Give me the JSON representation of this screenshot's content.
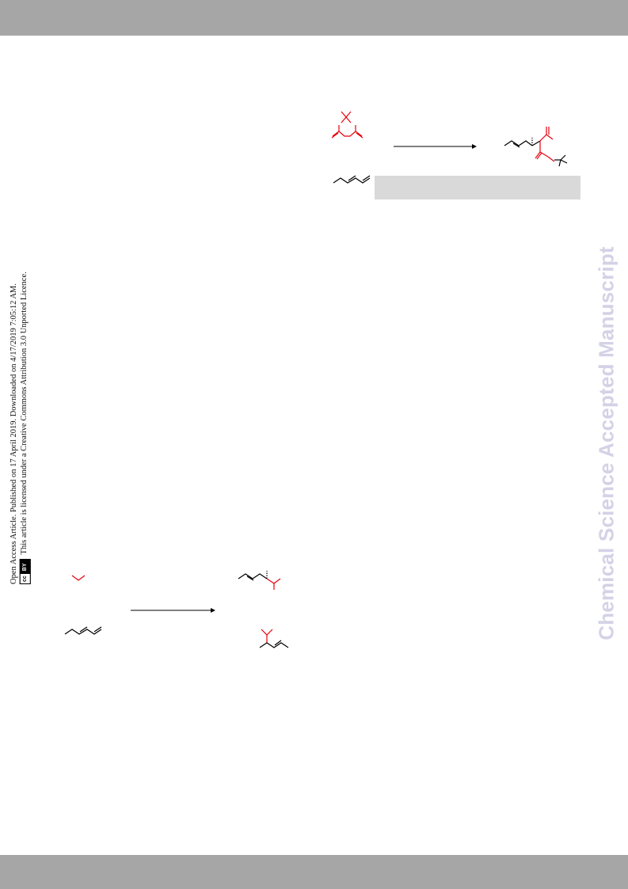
{
  "watermark": {
    "text": "Chemical Science Accepted Manuscript",
    "color": "#d3d2e6"
  },
  "license": {
    "line1": "Open Access Article. Published on 17 April 2019. Downloaded on 4/17/2019 7:05:12 AM.",
    "line2": "This article is licensed under a Creative Commons Attribution 3.0 Unported Licence.",
    "badge_cc": "cc",
    "badge_by": "BY"
  },
  "colors": {
    "bars": "#a6a6a6",
    "highlight": "#e8000b",
    "bond": "#000000",
    "box": "#d9d9d9"
  },
  "icons": {
    "cc_badge": "creative-commons-by-icon",
    "arrows": "reaction-arrow-icon"
  }
}
